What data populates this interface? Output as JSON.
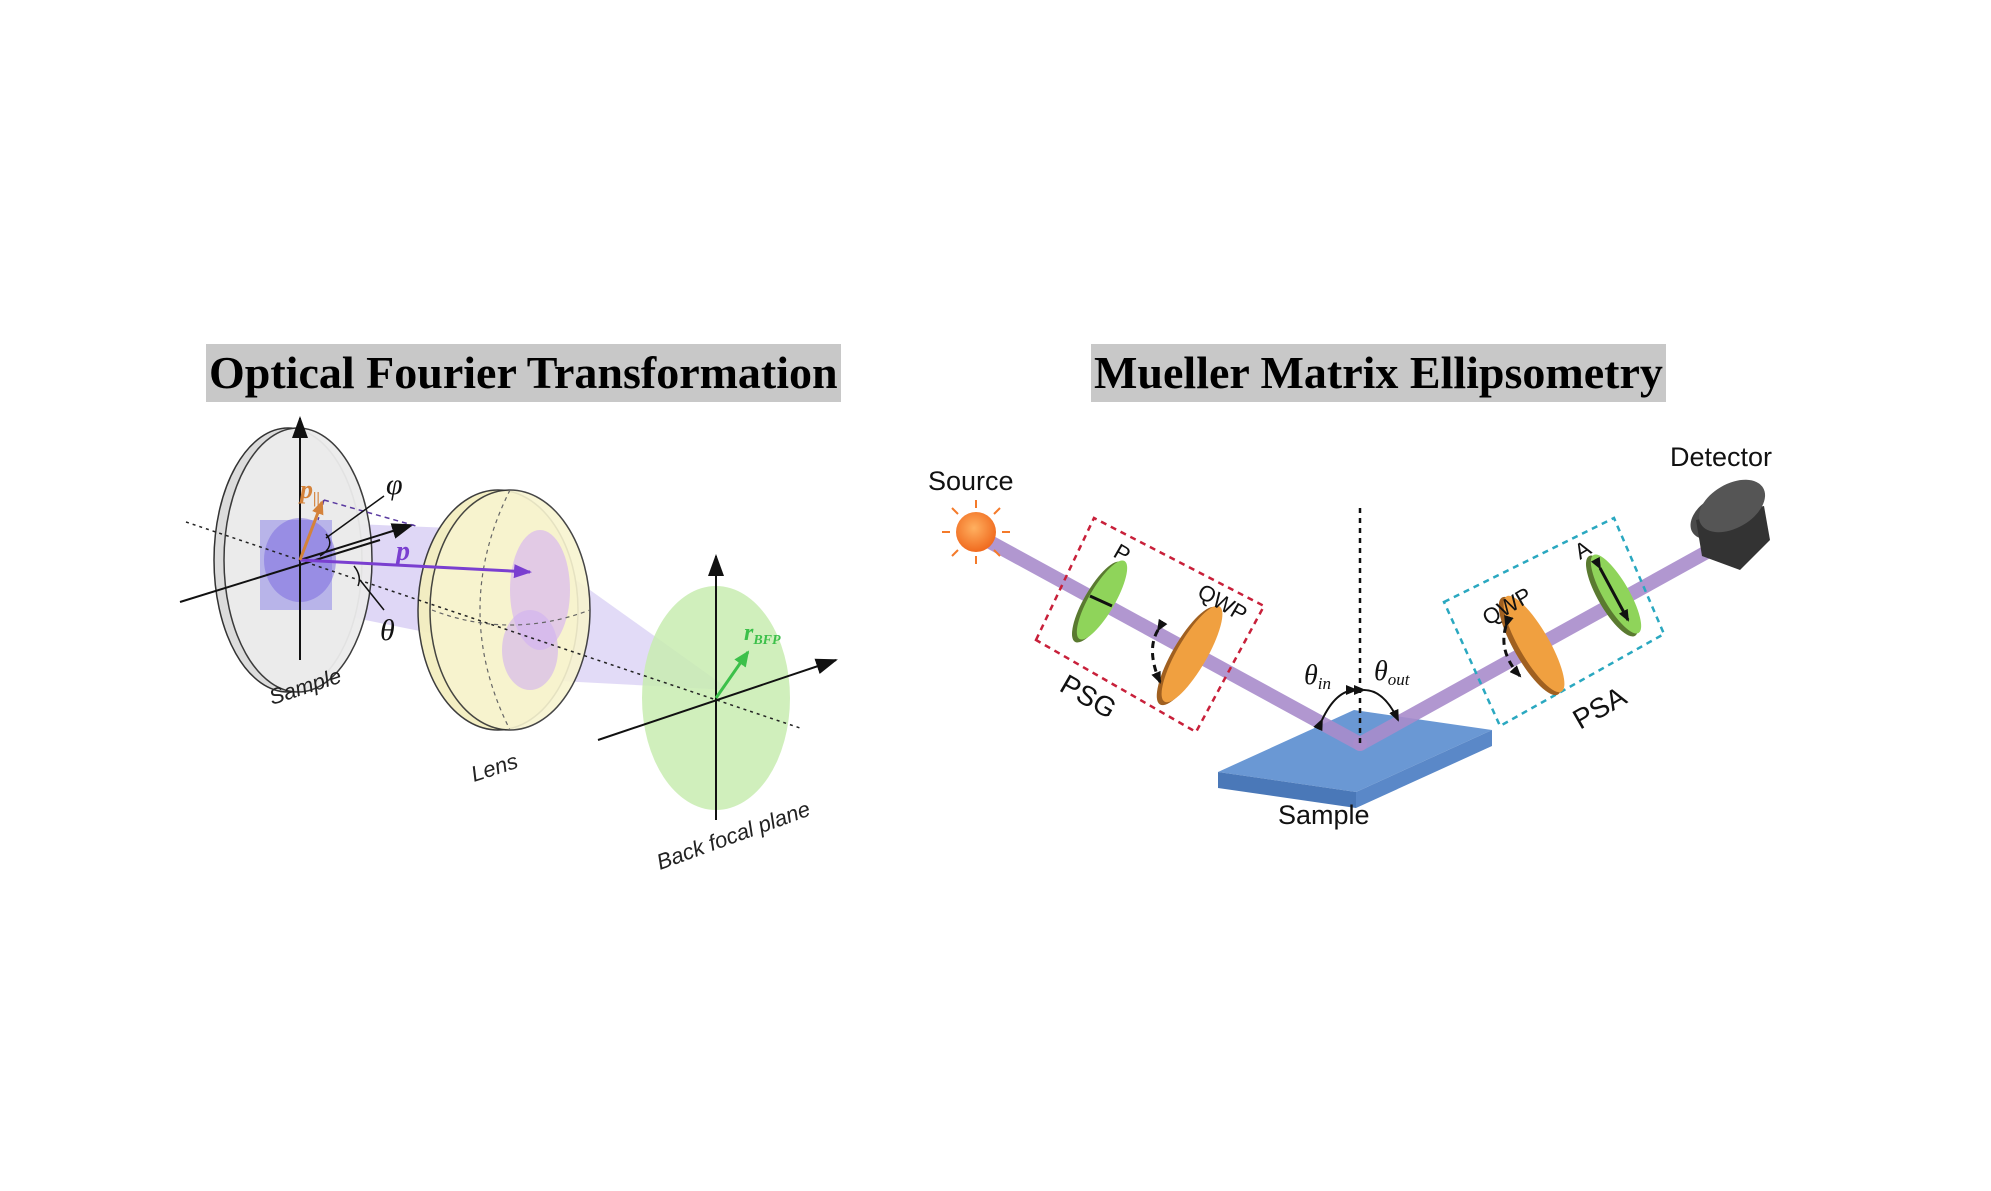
{
  "left_panel": {
    "title": "Optical Fourier Transformation",
    "labels": {
      "p_parallel_base": "p",
      "p_parallel_sub": "||",
      "phi": "φ",
      "p": "p",
      "theta": "θ",
      "sample": "Sample",
      "lens": "Lens",
      "r_bfp_base": "r",
      "r_bfp_sub": "BFP",
      "back_focal_plane": "Back focal plane"
    }
  },
  "right_panel": {
    "title": "Mueller Matrix Ellipsometry",
    "labels": {
      "source": "Source",
      "detector": "Detector",
      "polarizer": "P",
      "qwp_generator": "QWP",
      "psg": "PSG",
      "theta_in_base": "θ",
      "theta_in_sub": "in",
      "theta_out_base": "θ",
      "theta_out_sub": "out",
      "sample": "Sample",
      "qwp_analyzer": "QWP",
      "analyzer": "A",
      "psa": "PSA"
    }
  },
  "colors": {
    "beam": "#a98ccc",
    "sample_slab": "#5b87c4",
    "source": "#f47a2a",
    "detector": "#3a3a3a",
    "polarizer_green": "#8fd45a",
    "qwp_orange": "#f0a040",
    "psg_box": "#c8203a",
    "psa_box": "#2aa8c0",
    "p_parallel_arrow": "#d4823a",
    "p_arrow": "#7a3fd0",
    "r_bfp_arrow": "#3cc04a",
    "lens_fill": "#f6f2c8",
    "back_focal_plane_fill": "#c8ecb0"
  }
}
